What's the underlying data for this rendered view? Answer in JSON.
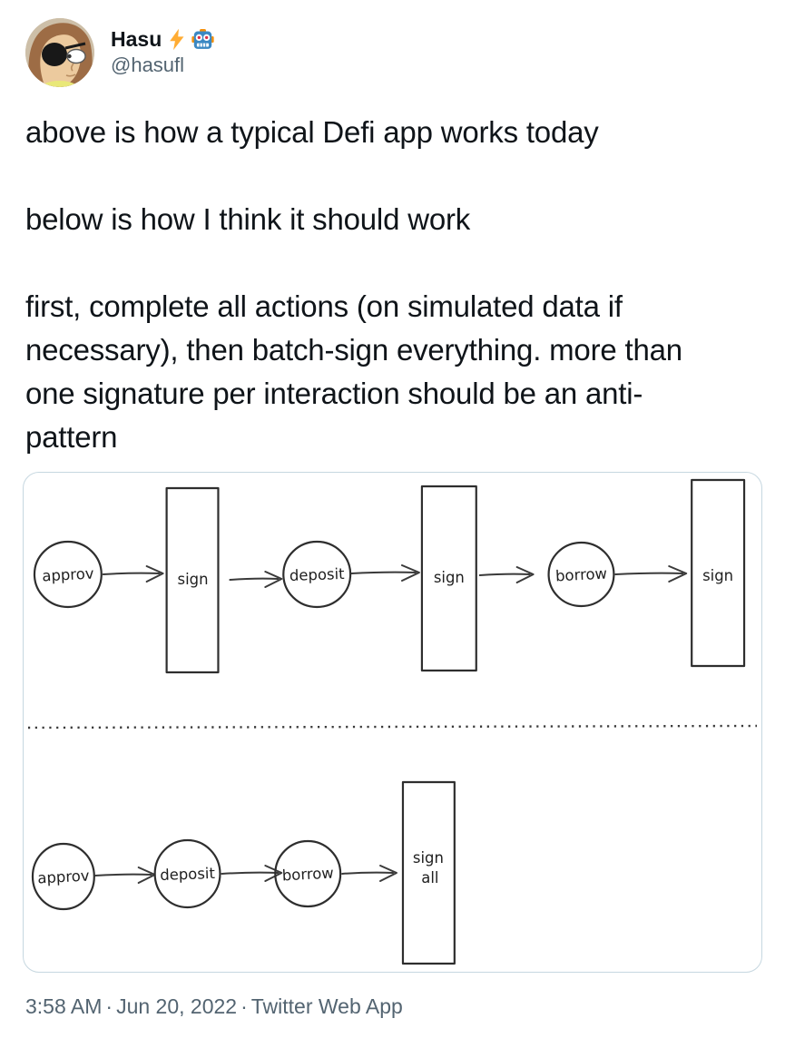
{
  "header": {
    "display_name": "Hasu",
    "name_emojis": [
      "lightning-bolt",
      "robot-face"
    ],
    "handle": "@hasufl"
  },
  "tweet": {
    "text": "above is how a typical Defi app works today\n\nbelow is how I think it should work\n\nfirst, complete all actions (on simulated data if\nnecessary), then batch-sign everything. more than\none signature per interaction should be an anti-\npattern"
  },
  "diagram": {
    "description": "hand-drawn flowchart comparing signing flows",
    "top_row": [
      {
        "shape": "circle",
        "label": "approv"
      },
      {
        "shape": "box",
        "label": "sign"
      },
      {
        "shape": "circle",
        "label": "deposit"
      },
      {
        "shape": "box",
        "label": "sign"
      },
      {
        "shape": "circle",
        "label": "borrow"
      },
      {
        "shape": "box",
        "label": "sign"
      }
    ],
    "divider_style": "dotted",
    "bottom_row": [
      {
        "shape": "circle",
        "label": "approv"
      },
      {
        "shape": "circle",
        "label": "deposit"
      },
      {
        "shape": "circle",
        "label": "borrow"
      },
      {
        "shape": "box",
        "label_lines": [
          "sign",
          "all"
        ]
      }
    ]
  },
  "footer": {
    "time": "3:58 AM",
    "date": "Jun 20, 2022",
    "source": "Twitter Web App",
    "separator": "·"
  },
  "colors": {
    "text_primary": "#0f1419",
    "text_secondary": "#536471",
    "card_border": "#c6d7e0",
    "diagram_stroke": "#2e2e2e",
    "emoji_lightning": "#ffac33",
    "emoji_robot_blue": "#3b88c3"
  }
}
